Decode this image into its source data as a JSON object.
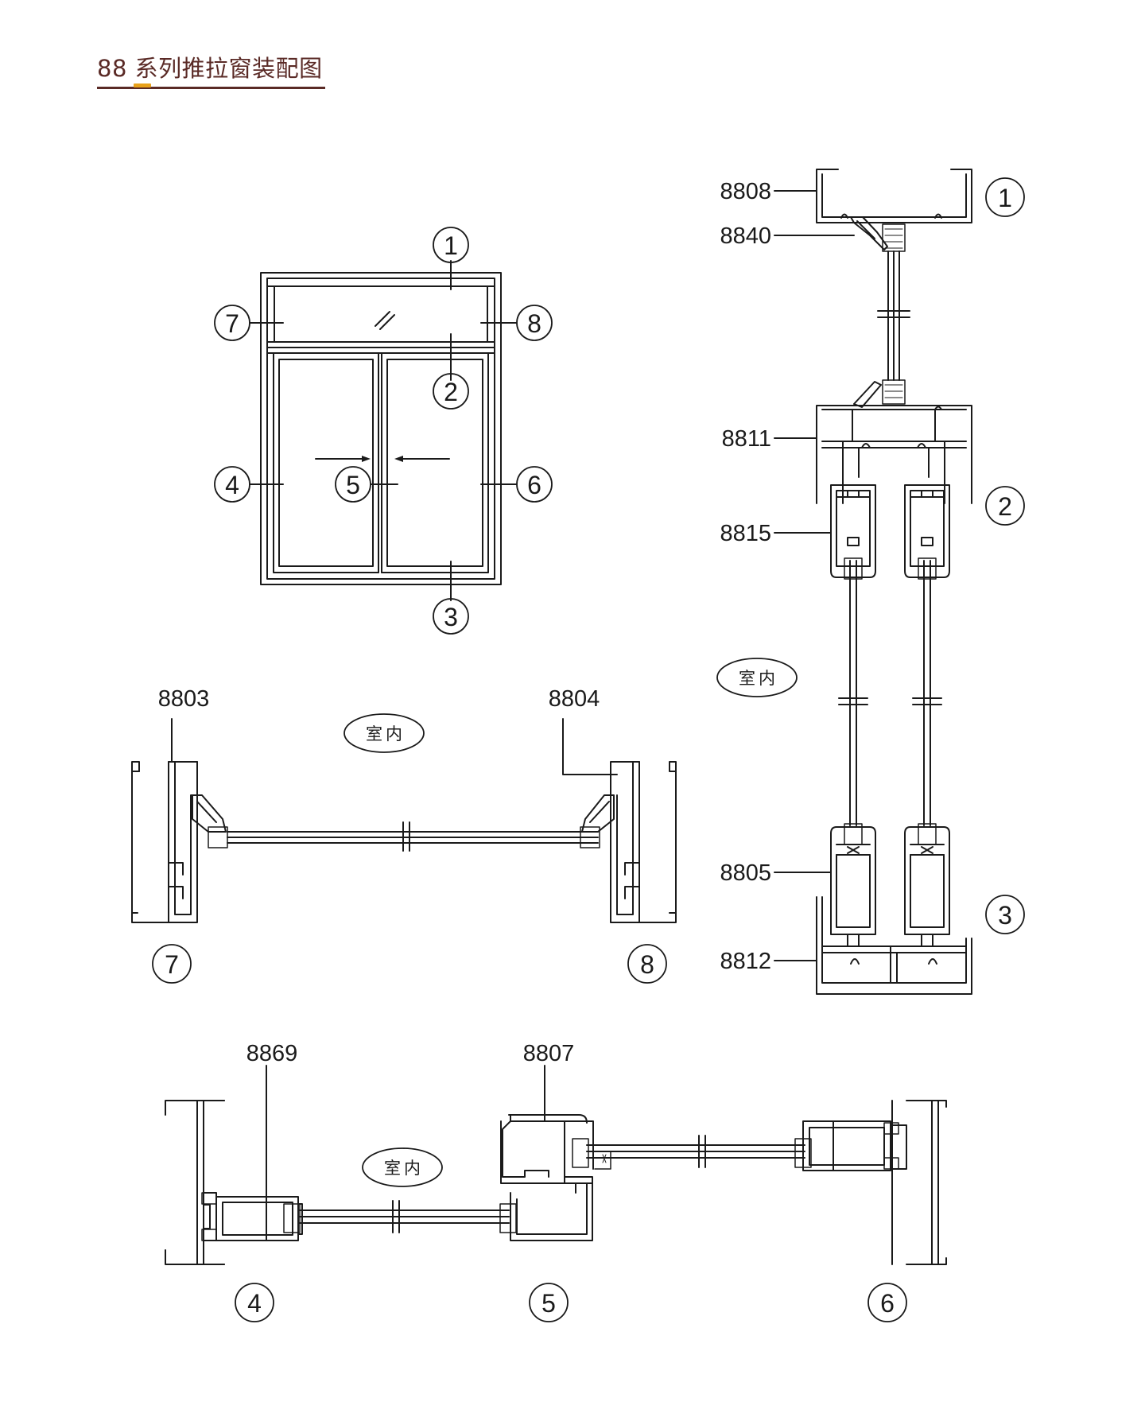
{
  "title": "88 系列推拉窗装配图",
  "colors": {
    "title": "#5a2a26",
    "title_accent": "#e8a11a",
    "line": "#1a1a1a"
  },
  "elevation": {
    "callouts": [
      "1",
      "2",
      "3",
      "4",
      "5",
      "6",
      "7",
      "8"
    ]
  },
  "vertical_section": {
    "part_numbers": [
      "8808",
      "8840",
      "8811",
      "8815",
      "8805",
      "8812"
    ],
    "callouts": [
      "1",
      "2",
      "3"
    ],
    "indoor_label": "室内"
  },
  "transom_section": {
    "part_numbers": [
      "8803",
      "8804"
    ],
    "callouts": [
      "7",
      "8"
    ],
    "indoor_label": "室内"
  },
  "sash_section": {
    "part_numbers": [
      "8869",
      "8807"
    ],
    "callouts": [
      "4",
      "5",
      "6"
    ],
    "indoor_label": "室内"
  }
}
